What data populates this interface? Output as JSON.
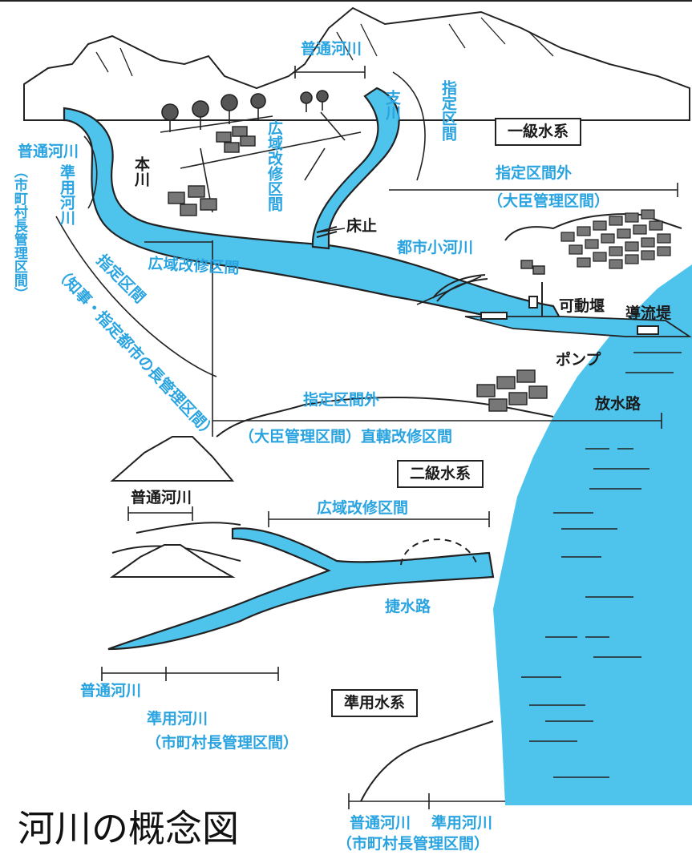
{
  "title": "河川の概念図",
  "systems": {
    "class1": "一級水系",
    "class2": "二級水系",
    "semi": "準用水系"
  },
  "labels": {
    "futsu_top": "普通河川",
    "shikawa": "支川",
    "shitei_vert": "指定区間",
    "koiki_vert": "広域改修区間",
    "honsen": "本川",
    "futsu_left": "普通河川",
    "junyo_left": "準用河川",
    "shichoson_left": "（市町村長管理区間）",
    "tokoshime": "床止",
    "shitei_gai_top": "指定区間外",
    "daijin_top": "（大臣管理区間）",
    "toshi_shokasen": "都市小河川",
    "koiki_main": "広域改修区間",
    "shitei_diag": "指定区間",
    "chiji": "（知事・指定都市の長管理区間）",
    "kadoseki": "可動堰",
    "doryutei": "導流堤",
    "pump": "ポンプ",
    "shitei_gai_mid": "指定区間外",
    "housuiro": "放水路",
    "daijin_chokkatsu": "（大臣管理区間）直轄改修区間",
    "futsu_mid": "普通河川",
    "koiki_lower": "広域改修区間",
    "shousuiro": "捷水路",
    "futsu_low": "普通河川",
    "junyo_low": "準用河川",
    "shichoson_low": "（市町村長管理区間）",
    "futsu_bottom": "普通河川",
    "junyo_bottom": "準用河川",
    "shichoson_bottom": "（市町村長管理区間）"
  },
  "colors": {
    "water": "#4ec3ec",
    "label": "#2aa4e0",
    "ink": "#1a1a1a"
  }
}
